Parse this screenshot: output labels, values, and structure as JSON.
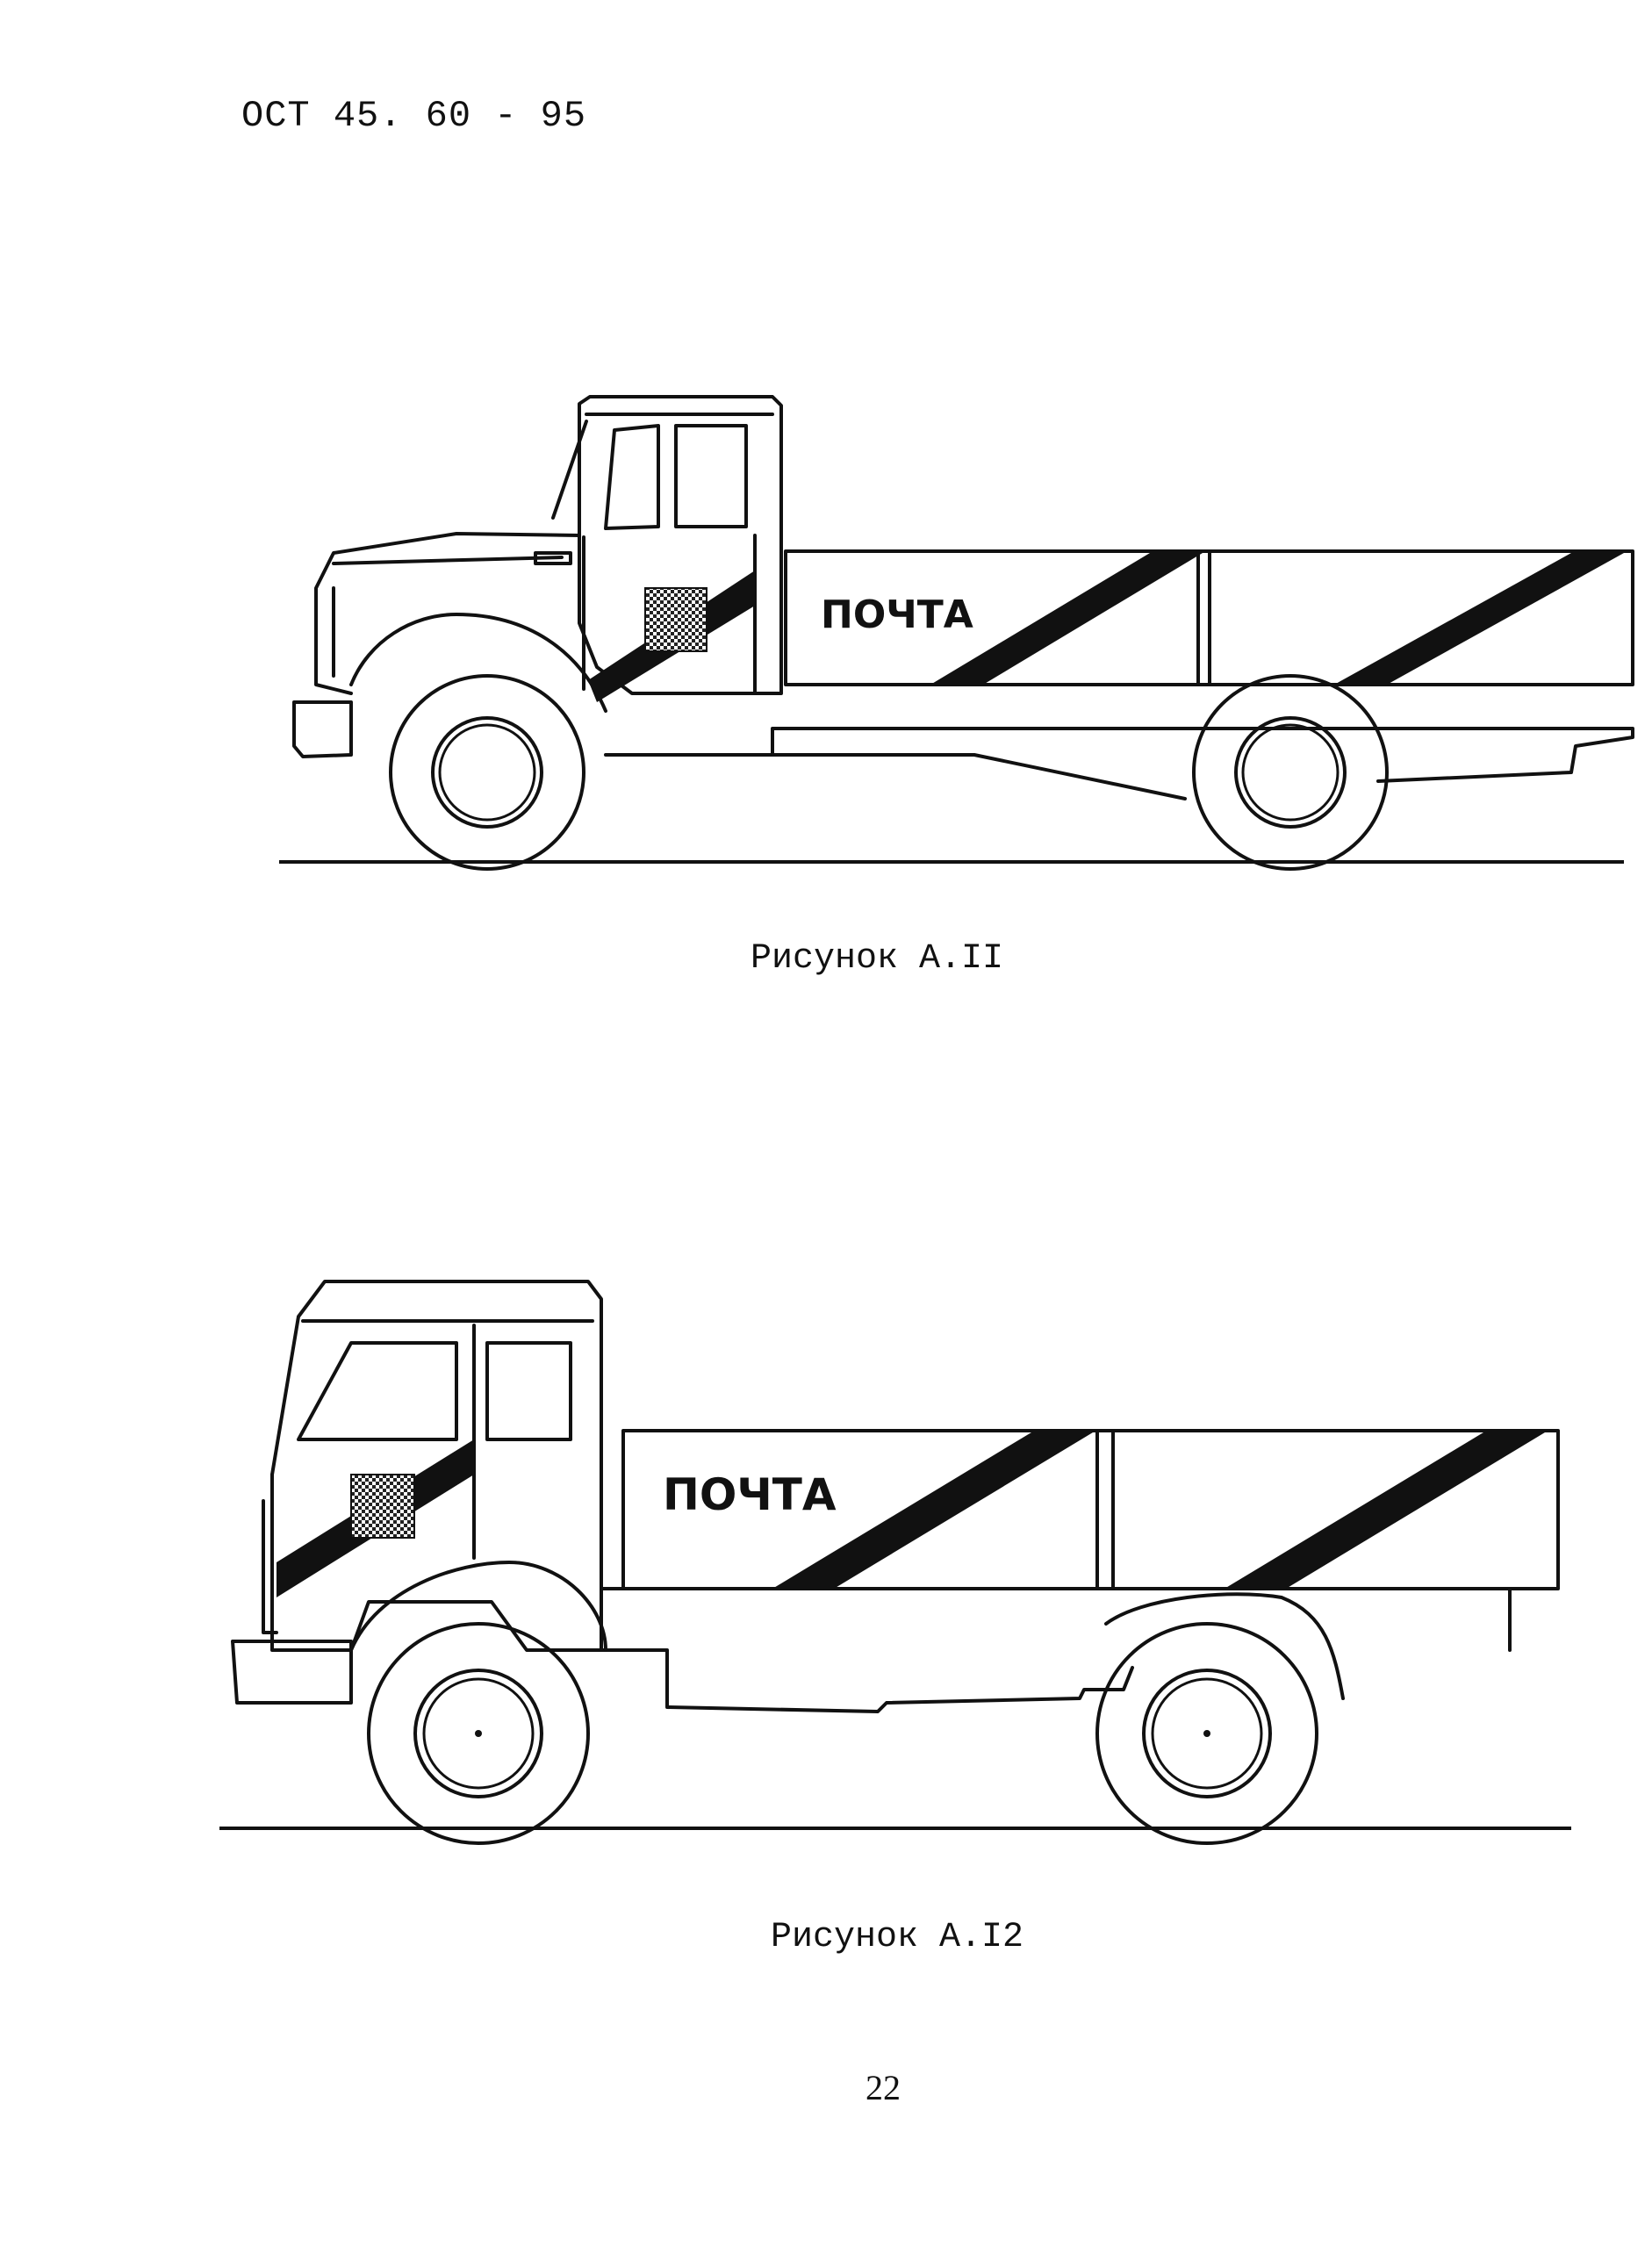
{
  "header": {
    "doc_code": "ОСТ 45. 60 - 95"
  },
  "figures": [
    {
      "vehicle_label": "ПОЧТА",
      "caption": "Рисунок А.II"
    },
    {
      "vehicle_label": "ПОЧТА",
      "caption": "Рисунок А.I2"
    }
  ],
  "footer": {
    "page_number": "22"
  },
  "colors": {
    "ink": "#111111",
    "paper": "#ffffff"
  }
}
